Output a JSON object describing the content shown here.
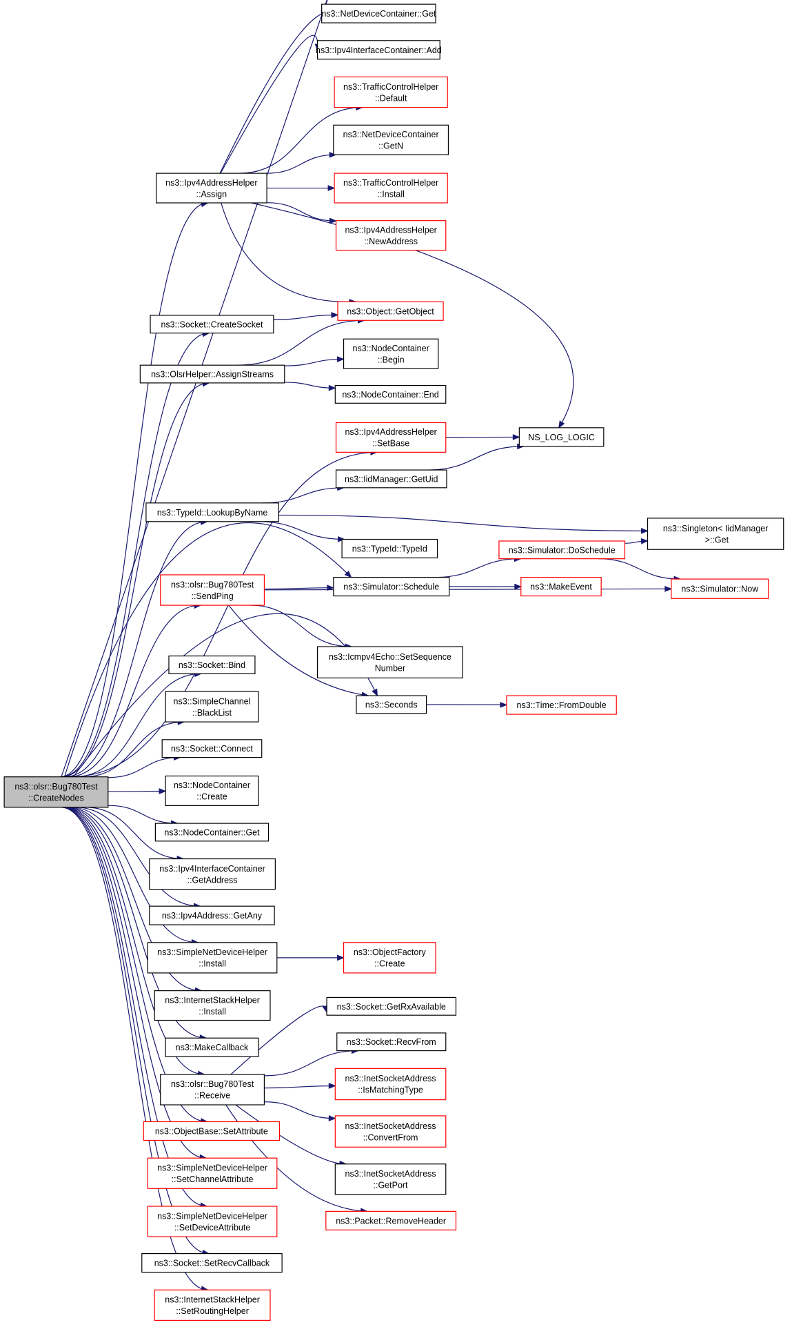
{
  "colors": {
    "edge": "#191970",
    "border_default": "#000000",
    "border_truncated": "#ff0000",
    "root_fill": "#bfbfbf",
    "node_fill": "#ffffff"
  },
  "nodes": [
    {
      "id": "root",
      "lines": [
        "ns3::olsr::Bug780Test",
        "::CreateNodes"
      ],
      "style": "root"
    },
    {
      "id": "ndc_get",
      "lines": [
        "ns3::NetDeviceContainer::Get"
      ],
      "style": "black"
    },
    {
      "id": "iic_add",
      "lines": [
        "ns3::Ipv4InterfaceContainer::Add"
      ],
      "style": "black"
    },
    {
      "id": "tch_default",
      "lines": [
        "ns3::TrafficControlHelper",
        "::Default"
      ],
      "style": "red"
    },
    {
      "id": "ndc_getn",
      "lines": [
        "ns3::NetDeviceContainer",
        "::GetN"
      ],
      "style": "black"
    },
    {
      "id": "ipv4ah_assign",
      "lines": [
        "ns3::Ipv4AddressHelper",
        "::Assign"
      ],
      "style": "black"
    },
    {
      "id": "tch_install",
      "lines": [
        "ns3::TrafficControlHelper",
        "::Install"
      ],
      "style": "red"
    },
    {
      "id": "ipv4ah_newaddr",
      "lines": [
        "ns3::Ipv4AddressHelper",
        "::NewAddress"
      ],
      "style": "red"
    },
    {
      "id": "sock_create",
      "lines": [
        "ns3::Socket::CreateSocket"
      ],
      "style": "black"
    },
    {
      "id": "obj_getobject",
      "lines": [
        "ns3::Object::GetObject"
      ],
      "style": "red"
    },
    {
      "id": "nc_begin",
      "lines": [
        "ns3::NodeContainer",
        "::Begin"
      ],
      "style": "black"
    },
    {
      "id": "olsr_assign",
      "lines": [
        "ns3::OlsrHelper::AssignStreams"
      ],
      "style": "black"
    },
    {
      "id": "nc_end",
      "lines": [
        "ns3::NodeContainer::End"
      ],
      "style": "black"
    },
    {
      "id": "ipv4ah_setbase",
      "lines": [
        "ns3::Ipv4AddressHelper",
        "::SetBase"
      ],
      "style": "red"
    },
    {
      "id": "ns_log_logic",
      "lines": [
        "NS_LOG_LOGIC"
      ],
      "style": "black"
    },
    {
      "id": "iidm_getuid",
      "lines": [
        "ns3::IidManager::GetUid"
      ],
      "style": "black"
    },
    {
      "id": "typeid_lookup",
      "lines": [
        "ns3::TypeId::LookupByName"
      ],
      "style": "black"
    },
    {
      "id": "singleton_get",
      "lines": [
        "ns3::Singleton< IidManager",
        " >::Get"
      ],
      "style": "black"
    },
    {
      "id": "typeid_typeid",
      "lines": [
        "ns3::TypeId::TypeId"
      ],
      "style": "black"
    },
    {
      "id": "sim_doschedule",
      "lines": [
        "ns3::Simulator::DoSchedule"
      ],
      "style": "red"
    },
    {
      "id": "sendping",
      "lines": [
        "ns3::olsr::Bug780Test",
        "::SendPing"
      ],
      "style": "red"
    },
    {
      "id": "sim_schedule",
      "lines": [
        "ns3::Simulator::Schedule"
      ],
      "style": "black"
    },
    {
      "id": "makeevent",
      "lines": [
        "ns3::MakeEvent"
      ],
      "style": "red"
    },
    {
      "id": "sim_now",
      "lines": [
        "ns3::Simulator::Now"
      ],
      "style": "red"
    },
    {
      "id": "icmp_setseq",
      "lines": [
        "ns3::Icmpv4Echo::SetSequence",
        "Number"
      ],
      "style": "black"
    },
    {
      "id": "sock_bind",
      "lines": [
        "ns3::Socket::Bind"
      ],
      "style": "black"
    },
    {
      "id": "seconds",
      "lines": [
        "ns3::Seconds"
      ],
      "style": "black"
    },
    {
      "id": "time_fromdouble",
      "lines": [
        "ns3::Time::FromDouble"
      ],
      "style": "red"
    },
    {
      "id": "sc_blacklist",
      "lines": [
        "ns3::SimpleChannel",
        "::BlackList"
      ],
      "style": "black"
    },
    {
      "id": "sock_connect",
      "lines": [
        "ns3::Socket::Connect"
      ],
      "style": "black"
    },
    {
      "id": "nc_create",
      "lines": [
        "ns3::NodeContainer",
        "::Create"
      ],
      "style": "black"
    },
    {
      "id": "nc_get",
      "lines": [
        "ns3::NodeContainer::Get"
      ],
      "style": "black"
    },
    {
      "id": "iic_getaddr",
      "lines": [
        "ns3::Ipv4InterfaceContainer",
        "::GetAddress"
      ],
      "style": "black"
    },
    {
      "id": "ipv4addr_getany",
      "lines": [
        "ns3::Ipv4Address::GetAny"
      ],
      "style": "black"
    },
    {
      "id": "sndh_install",
      "lines": [
        "ns3::SimpleNetDeviceHelper",
        "::Install"
      ],
      "style": "black"
    },
    {
      "id": "objfactory_create",
      "lines": [
        "ns3::ObjectFactory",
        "::Create"
      ],
      "style": "red"
    },
    {
      "id": "ish_install",
      "lines": [
        "ns3::InternetStackHelper",
        "::Install"
      ],
      "style": "black"
    },
    {
      "id": "sock_getrx",
      "lines": [
        "ns3::Socket::GetRxAvailable"
      ],
      "style": "black"
    },
    {
      "id": "makecallback",
      "lines": [
        "ns3::MakeCallback"
      ],
      "style": "black"
    },
    {
      "id": "sock_recvfrom",
      "lines": [
        "ns3::Socket::RecvFrom"
      ],
      "style": "black"
    },
    {
      "id": "receive",
      "lines": [
        "ns3::olsr::Bug780Test",
        "::Receive"
      ],
      "style": "black"
    },
    {
      "id": "isa_ismatching",
      "lines": [
        "ns3::InetSocketAddress",
        "::IsMatchingType"
      ],
      "style": "red"
    },
    {
      "id": "isa_convertfrom",
      "lines": [
        "ns3::InetSocketAddress",
        "::ConvertFrom"
      ],
      "style": "red"
    },
    {
      "id": "objbase_setattr",
      "lines": [
        "ns3::ObjectBase::SetAttribute"
      ],
      "style": "red"
    },
    {
      "id": "sndh_setchattr",
      "lines": [
        "ns3::SimpleNetDeviceHelper",
        "::SetChannelAttribute"
      ],
      "style": "red"
    },
    {
      "id": "isa_getport",
      "lines": [
        "ns3::InetSocketAddress",
        "::GetPort"
      ],
      "style": "black"
    },
    {
      "id": "packet_removeheader",
      "lines": [
        "ns3::Packet::RemoveHeader"
      ],
      "style": "red"
    },
    {
      "id": "sndh_setdevattr",
      "lines": [
        "ns3::SimpleNetDeviceHelper",
        "::SetDeviceAttribute"
      ],
      "style": "red"
    },
    {
      "id": "sock_setrecvcb",
      "lines": [
        "ns3::Socket::SetRecvCallback"
      ],
      "style": "black"
    },
    {
      "id": "ish_setrouting",
      "lines": [
        "ns3::InternetStackHelper",
        "::SetRoutingHelper"
      ],
      "style": "red"
    }
  ],
  "edges": [
    [
      "root",
      "ndc_get"
    ],
    [
      "root",
      "ipv4ah_assign"
    ],
    [
      "root",
      "sock_create"
    ],
    [
      "root",
      "olsr_assign"
    ],
    [
      "root",
      "ipv4ah_setbase"
    ],
    [
      "root",
      "typeid_lookup"
    ],
    [
      "root",
      "sendping"
    ],
    [
      "root",
      "sim_schedule"
    ],
    [
      "root",
      "seconds"
    ],
    [
      "root",
      "sock_bind"
    ],
    [
      "root",
      "sc_blacklist"
    ],
    [
      "root",
      "sock_connect"
    ],
    [
      "root",
      "nc_create"
    ],
    [
      "root",
      "nc_get"
    ],
    [
      "root",
      "iic_getaddr"
    ],
    [
      "root",
      "ipv4addr_getany"
    ],
    [
      "root",
      "sndh_install"
    ],
    [
      "root",
      "ish_install"
    ],
    [
      "root",
      "makecallback"
    ],
    [
      "root",
      "receive"
    ],
    [
      "root",
      "objbase_setattr"
    ],
    [
      "root",
      "sndh_setchattr"
    ],
    [
      "root",
      "sndh_setdevattr"
    ],
    [
      "root",
      "sock_setrecvcb"
    ],
    [
      "root",
      "ish_setrouting"
    ],
    [
      "ipv4ah_assign",
      "ndc_get"
    ],
    [
      "ipv4ah_assign",
      "iic_add"
    ],
    [
      "ipv4ah_assign",
      "tch_default"
    ],
    [
      "ipv4ah_assign",
      "ndc_getn"
    ],
    [
      "ipv4ah_assign",
      "tch_install"
    ],
    [
      "ipv4ah_assign",
      "ipv4ah_newaddr"
    ],
    [
      "ipv4ah_assign",
      "obj_getobject"
    ],
    [
      "ipv4ah_assign",
      "ns_log_logic"
    ],
    [
      "sock_create",
      "obj_getobject"
    ],
    [
      "olsr_assign",
      "obj_getobject"
    ],
    [
      "olsr_assign",
      "nc_begin"
    ],
    [
      "olsr_assign",
      "nc_end"
    ],
    [
      "ipv4ah_setbase",
      "ns_log_logic"
    ],
    [
      "iidm_getuid",
      "ns_log_logic"
    ],
    [
      "typeid_lookup",
      "iidm_getuid"
    ],
    [
      "typeid_lookup",
      "singleton_get"
    ],
    [
      "typeid_lookup",
      "typeid_typeid"
    ],
    [
      "sendping",
      "sim_schedule"
    ],
    [
      "sendping",
      "sim_now"
    ],
    [
      "sendping",
      "icmp_setseq"
    ],
    [
      "sendping",
      "seconds"
    ],
    [
      "sim_schedule",
      "sim_doschedule"
    ],
    [
      "sim_schedule",
      "makeevent"
    ],
    [
      "sim_doschedule",
      "singleton_get"
    ],
    [
      "sim_doschedule",
      "sim_now"
    ],
    [
      "seconds",
      "time_fromdouble"
    ],
    [
      "sndh_install",
      "objfactory_create"
    ],
    [
      "receive",
      "sock_getrx"
    ],
    [
      "receive",
      "sock_recvfrom"
    ],
    [
      "receive",
      "isa_ismatching"
    ],
    [
      "receive",
      "isa_convertfrom"
    ],
    [
      "receive",
      "isa_getport"
    ],
    [
      "receive",
      "packet_removeheader"
    ]
  ]
}
